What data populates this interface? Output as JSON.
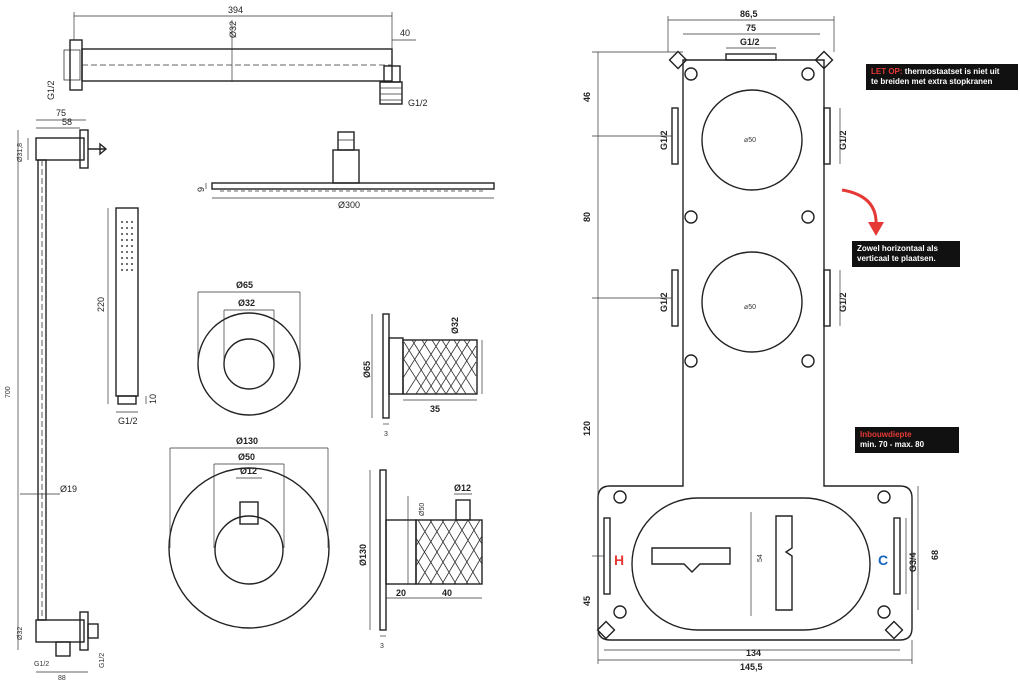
{
  "shower_arm": {
    "length": "394",
    "diam": "Ø32",
    "tip": "40",
    "thread_left": "G1/2",
    "thread_right": "G1/2"
  },
  "slide_bar": {
    "w1": "75",
    "w2": "58",
    "top_diam": "Ø31,8",
    "height": "700",
    "rod": "Ø19",
    "bottom_diam": "Ø32",
    "thread_left": "G1/2",
    "thread_right": "G1/2",
    "base": "88"
  },
  "hand_shower": {
    "length": "220",
    "end": "10",
    "thread": "G1/2"
  },
  "rain_head": {
    "height": "9",
    "diam": "Ø300"
  },
  "rosette_small": {
    "outer": "Ø65",
    "inner": "Ø32"
  },
  "knob_side": {
    "height": "Ø65",
    "diam": "Ø32",
    "length": "35",
    "plate": "3"
  },
  "rosette_large": {
    "outer": "Ø130",
    "mid": "Ø50",
    "stem": "Ø12"
  },
  "mixer_side": {
    "height": "Ø130",
    "stem": "Ø12",
    "body": "Ø50",
    "a": "20",
    "b": "40",
    "plate": "3"
  },
  "box": {
    "w_top": "86,5",
    "w_inner": "75",
    "port_top": "G1/2",
    "h1": "46",
    "h2": "80",
    "h3": "120",
    "h4": "45",
    "port_l1": "G1/2",
    "port_r1": "G1/2",
    "port_l2": "G1/2",
    "port_r2": "G1/2",
    "circle1": "⌀50",
    "circle2": "⌀50",
    "slot": "54",
    "hot": "H",
    "cold": "C",
    "port_right": "G3/4",
    "right_h": "68",
    "w_bottom1": "134",
    "w_bottom2": "145,5"
  },
  "notes": {
    "n1_prefix": "LET OP:",
    "n1_line1": " thermostaatset is niet uit",
    "n1_line2": "te breiden met extra stopkranen",
    "n2_line1": "Zowel horizontaal als",
    "n2_line2": "verticaal te plaatsen.",
    "n3_title": "Inbouwdiepte",
    "n3_line2": "min. 70 - max. 80"
  },
  "colors": {
    "hot": "#e53935",
    "cold": "#1565c0",
    "arrow": "#e53935",
    "note_bg": "#111111"
  }
}
